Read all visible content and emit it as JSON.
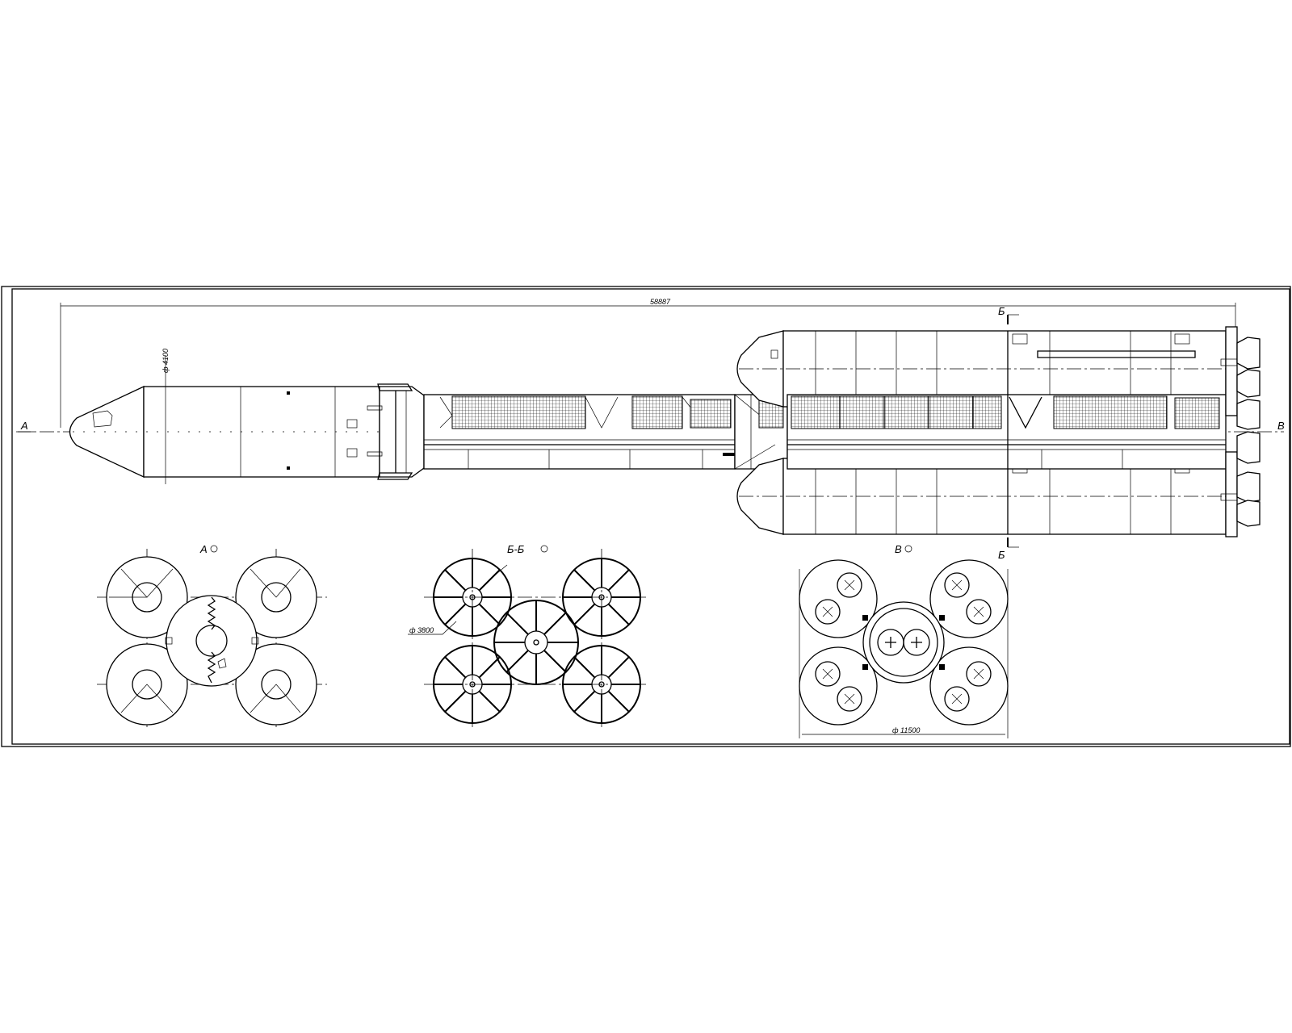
{
  "labels": {
    "view_a_side": "А",
    "view_v_side": "В",
    "section_b_top": "Б",
    "section_b_bottom": "Б",
    "view_a_title": "А",
    "section_bb_title": "Б-Б",
    "view_v_title": "В"
  },
  "dimensions": {
    "overall_length": "58887",
    "core_diameter": "ф 4100",
    "booster_diameter": "ф 3800",
    "cluster_width": "ф 11500"
  }
}
